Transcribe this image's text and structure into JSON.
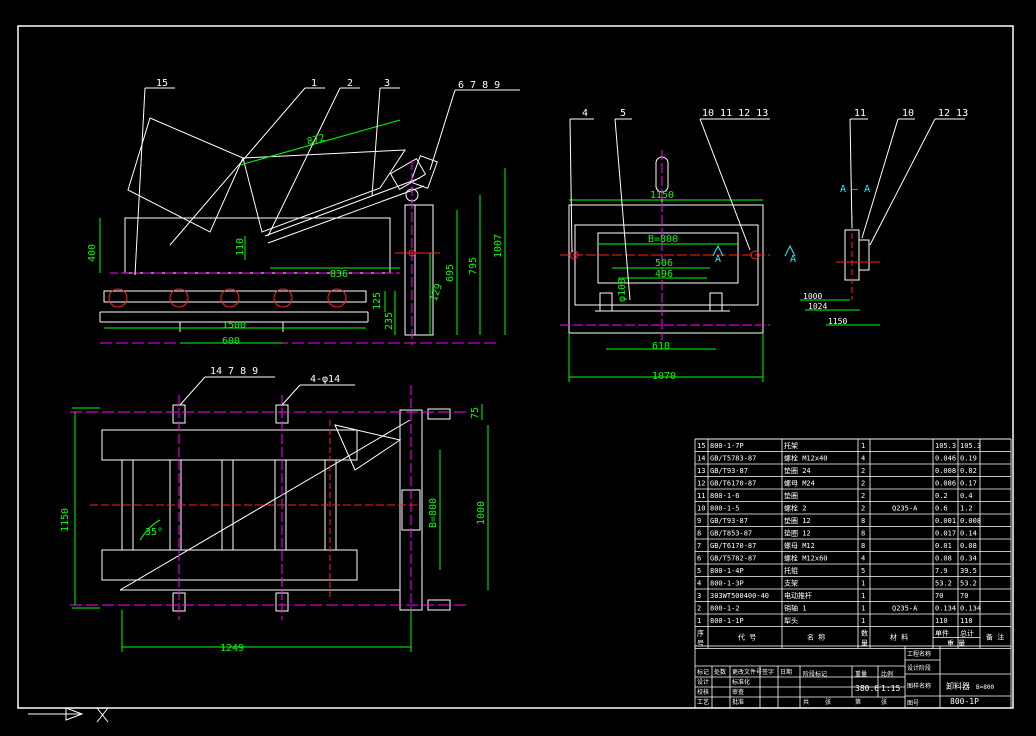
{
  "drawing": {
    "title_name": "卸料器",
    "title_model": "B=800",
    "drawing_number": "800-1P",
    "weight": "380.6",
    "scale": "1:15",
    "colors": {
      "background": "#000000",
      "line": "#ffffff",
      "dim": "#00ff00",
      "center": "#ff00ff",
      "cyan": "#00ffff",
      "red": "#ff2020",
      "yellow": "#ffff00"
    }
  },
  "front_view": {
    "balloons": [
      "15",
      "1",
      "2",
      "3",
      "6 7 8 9"
    ],
    "dims": [
      "400",
      "110",
      "872",
      "836",
      "1500",
      "600",
      "125",
      "235",
      "129",
      "695",
      "795",
      "1007"
    ]
  },
  "side_view": {
    "balloons": [
      "4",
      "5",
      "10 11 12 13"
    ],
    "dims": [
      "1150",
      "B=800",
      "506",
      "496",
      "φ108",
      "610",
      "1070"
    ],
    "section_marks": [
      "A",
      "A"
    ]
  },
  "section_view": {
    "title": "A — A",
    "balloons": [
      "11",
      "10",
      "12 13"
    ],
    "dims": [
      "1000",
      "1024",
      "1150"
    ]
  },
  "plan_view": {
    "balloons": [
      "14 7 8 9",
      "4-φ14"
    ],
    "dims": [
      "1150",
      "1000",
      "B=800",
      "75",
      "1249",
      "35°"
    ]
  },
  "bom": {
    "rows": [
      {
        "no": "15",
        "code": "800-1-7P",
        "name": "托架",
        "qty": "1",
        "material": "",
        "unit": "105.3",
        "total": "105.3"
      },
      {
        "no": "14",
        "code": "GB/T5783-87",
        "name": "螺栓 M12x40",
        "qty": "4",
        "material": "",
        "unit": "0.046",
        "total": "0.19"
      },
      {
        "no": "13",
        "code": "GB/T93-87",
        "name": "垫圈 24",
        "qty": "2",
        "material": "",
        "unit": "0.008",
        "total": "0.02"
      },
      {
        "no": "12",
        "code": "GB/T6170-87",
        "name": "螺母 M24",
        "qty": "2",
        "material": "",
        "unit": "0.086",
        "total": "0.17"
      },
      {
        "no": "11",
        "code": "800-1-6",
        "name": "垫圈",
        "qty": "2",
        "material": "",
        "unit": "0.2",
        "total": "0.4"
      },
      {
        "no": "10",
        "code": "800-1-5",
        "name": "螺栓  2",
        "qty": "2",
        "material": "Q235-A",
        "unit": "0.6",
        "total": "1.2"
      },
      {
        "no": "9",
        "code": "GB/T93-87",
        "name": "垫圈 12",
        "qty": "8",
        "material": "",
        "unit": "0.001",
        "total": "0.008"
      },
      {
        "no": "8",
        "code": "GB/T853-87",
        "name": "垫圈 12",
        "qty": "8",
        "material": "",
        "unit": "0.017",
        "total": "0.14"
      },
      {
        "no": "7",
        "code": "GB/T6170-87",
        "name": "螺母 M12",
        "qty": "8",
        "material": "",
        "unit": "0.01",
        "total": "0.08"
      },
      {
        "no": "6",
        "code": "GB/T5782-87",
        "name": "螺栓 M12x60",
        "qty": "4",
        "material": "",
        "unit": "0.08",
        "total": "0.34"
      },
      {
        "no": "5",
        "code": "800-1-4P",
        "name": "托辊",
        "qty": "5",
        "material": "",
        "unit": "7.9",
        "total": "39.5"
      },
      {
        "no": "4",
        "code": "800-1-3P",
        "name": "支架",
        "qty": "1",
        "material": "",
        "unit": "53.2",
        "total": "53.2"
      },
      {
        "no": "3",
        "code": "303WT500400-40",
        "name": "电动推杆",
        "qty": "1",
        "material": "",
        "unit": "70",
        "total": "70"
      },
      {
        "no": "2",
        "code": "800-1-2",
        "name": "销轴 1",
        "qty": "1",
        "material": "Q235-A",
        "unit": "0.134",
        "total": "0.134"
      },
      {
        "no": "1",
        "code": "800-1-1P",
        "name": "犁头",
        "qty": "1",
        "material": "",
        "unit": "110",
        "total": "110"
      }
    ],
    "header": {
      "no": "序号",
      "code": "代  号",
      "name": "名  称",
      "qty": "数量",
      "material": "材  料",
      "unit": "单件",
      "total": "总计",
      "weight": "重 量",
      "remark": "备 注"
    }
  },
  "title_block": {
    "cells": [
      "标记",
      "处数",
      "更改文件号",
      "签字",
      "日期",
      "设计",
      "标准化",
      "校核",
      "审查",
      "工艺",
      "批准",
      "阶段标记",
      "重量",
      "比例",
      "共",
      "张",
      "第",
      "张",
      "工程名称",
      "设计阶段",
      "图样名称",
      "图号"
    ]
  }
}
